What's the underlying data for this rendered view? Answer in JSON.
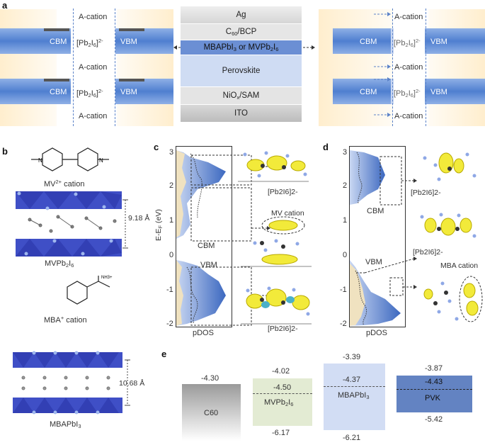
{
  "panels": {
    "a": "a",
    "b": "b",
    "c": "c",
    "d": "d",
    "e": "e"
  },
  "a": {
    "left": {
      "a_cation": "A-cation",
      "pb_main": "[Pb",
      "pb_sub": "2",
      "pb_mid": "I",
      "pb_sub2": "6",
      "pb_end": "]",
      "pb_sup": "2-",
      "cbm": "CBM",
      "vbm": "VBM"
    },
    "stack": {
      "ag": "Ag",
      "c60_pre": "C",
      "c60_sub": "60",
      "c60_post": "/BCP",
      "mid_pre": "MBAPbI",
      "mid_sub": "3",
      "mid_or": " or ",
      "mid_post": "MVPb",
      "mid_sub2": "2",
      "mid_i": "I",
      "mid_sub3": "6",
      "perovskite": "Perovskite",
      "nio_pre": "NiO",
      "nio_sub": "x",
      "nio_post": "/SAM",
      "ito": "ITO"
    }
  },
  "b": {
    "mv_cation_pre": "MV",
    "mv_cation_sup": "2+",
    "mv_cation_post": " cation",
    "mv_dist": "9.18 Å",
    "mv_name_pre": "MVPb",
    "mv_name_sub": "2",
    "mv_name_mid": "I",
    "mv_name_sub2": "6",
    "mba_cation_pre": "MBA",
    "mba_cation_sup": "+",
    "mba_cation_post": " cation",
    "mba_dist": "10.68 Å",
    "mba_name_pre": "MBAPbI",
    "mba_name_sub": "3",
    "nh3": "NH3+"
  },
  "c": {
    "ylabel": "E-E",
    "ylabel_sub": "F",
    "ylabel_unit": " (eV)",
    "yticks": [
      "3",
      "2",
      "1",
      "0",
      "-1",
      "-2"
    ],
    "xlabel": "pDOS",
    "cbm": "CBM",
    "vbm": "VBM",
    "pb_top": "[Pb2I6]2-",
    "mv_cation": "MV cation",
    "pb_bottom": "[Pb2I6]2-"
  },
  "d": {
    "yticks": [
      "3",
      "2",
      "1",
      "0",
      "-1",
      "-2"
    ],
    "xlabel": "pDOS",
    "cbm": "CBM",
    "vbm": "VBM",
    "pb_top": "[Pb2I6]2-",
    "pb_mid": "[Pb2I6]2-",
    "mba_cation": "MBA cation"
  },
  "e": {
    "boxes": [
      {
        "name": "C60",
        "top": "-4.30",
        "bottom": "",
        "mid": ""
      },
      {
        "name": "MVPb2I6",
        "top": "-4.02",
        "bottom": "-6.17",
        "mid": "-4.50"
      },
      {
        "name": "MBAPbI3",
        "top": "-3.39",
        "bottom": "-6.21",
        "mid": "-4.37"
      },
      {
        "name": "PVK",
        "top": "-3.87",
        "bottom": "-5.42",
        "mid": "-4.43"
      }
    ]
  },
  "colors": {
    "blue": "#4f7fd0",
    "light_blue": "#c9d7f2",
    "yellow": "#fbe9c4",
    "green": "#e3ebd3",
    "pvk": "#6383c2"
  }
}
